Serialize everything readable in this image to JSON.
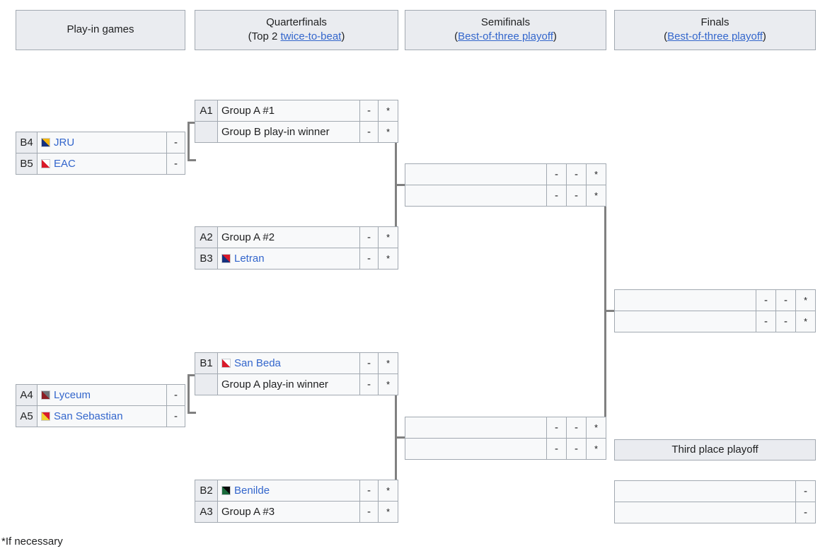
{
  "headers": [
    {
      "line1": "Play-in games",
      "line2_pre": "",
      "line2_link": "",
      "line2_post": ""
    },
    {
      "line1": "Quarterfinals",
      "line2_pre": "(Top 2 ",
      "line2_link": "twice-to-beat",
      "line2_post": ")"
    },
    {
      "line1": "Semifinals",
      "line2_pre": "(",
      "line2_link": "Best-of-three playoff",
      "line2_post": ")"
    },
    {
      "line1": "Finals",
      "line2_pre": "(",
      "line2_link": "Best-of-three playoff",
      "line2_post": ")"
    }
  ],
  "playin": [
    {
      "name": "playin-group-b",
      "rows": [
        {
          "seed": "B4",
          "team": "JRU",
          "link": true,
          "flag": true,
          "score": "-"
        },
        {
          "seed": "B5",
          "team": "EAC",
          "link": true,
          "flag": true,
          "score": "-"
        }
      ]
    },
    {
      "name": "playin-group-a",
      "rows": [
        {
          "seed": "A4",
          "team": "Lyceum",
          "link": true,
          "flag": true,
          "score": "-"
        },
        {
          "seed": "A5",
          "team": "San Sebastian",
          "link": true,
          "flag": true,
          "score": "-"
        }
      ]
    }
  ],
  "quarterfinals": [
    {
      "name": "qf-1",
      "rows": [
        {
          "seed": "A1",
          "team": "Group A #1",
          "link": false,
          "flag": false,
          "score": "-",
          "star": "*"
        },
        {
          "seed": "",
          "team": "Group B play-in winner",
          "link": false,
          "flag": false,
          "score": "-",
          "star": "*"
        }
      ]
    },
    {
      "name": "qf-2",
      "rows": [
        {
          "seed": "A2",
          "team": "Group A #2",
          "link": false,
          "flag": false,
          "score": "-",
          "star": "*"
        },
        {
          "seed": "B3",
          "team": "Letran",
          "link": true,
          "flag": true,
          "score": "-",
          "star": "*"
        }
      ]
    },
    {
      "name": "qf-3",
      "rows": [
        {
          "seed": "B1",
          "team": "San Beda",
          "link": true,
          "flag": true,
          "score": "-",
          "star": "*"
        },
        {
          "seed": "",
          "team": "Group A play-in winner",
          "link": false,
          "flag": false,
          "score": "-",
          "star": "*"
        }
      ]
    },
    {
      "name": "qf-4",
      "rows": [
        {
          "seed": "B2",
          "team": "Benilde",
          "link": true,
          "flag": true,
          "score": "-",
          "star": "*"
        },
        {
          "seed": "A3",
          "team": "Group A #3",
          "link": false,
          "flag": false,
          "score": "-",
          "star": "*"
        }
      ]
    }
  ],
  "semifinals": [
    {
      "name": "sf-1",
      "rows": [
        {
          "team": "",
          "score1": "-",
          "score2": "-",
          "star": "*"
        },
        {
          "team": "",
          "score1": "-",
          "score2": "-",
          "star": "*"
        }
      ]
    },
    {
      "name": "sf-2",
      "rows": [
        {
          "team": "",
          "score1": "-",
          "score2": "-",
          "star": "*"
        },
        {
          "team": "",
          "score1": "-",
          "score2": "-",
          "star": "*"
        }
      ]
    }
  ],
  "finals": {
    "name": "finals-match",
    "rows": [
      {
        "team": "",
        "score1": "-",
        "score2": "-",
        "star": "*"
      },
      {
        "team": "",
        "score1": "-",
        "score2": "-",
        "star": "*"
      }
    ]
  },
  "third_place": {
    "label": "Third place playoff",
    "rows": [
      {
        "team": "",
        "score": "-"
      },
      {
        "team": "",
        "score": "-"
      }
    ]
  },
  "footnote": "*If necessary",
  "flag_colors": {
    "JRU": {
      "top": "#15317E",
      "bottom": "#F2B50F"
    },
    "EAC": {
      "top": "#FFFFFF",
      "bottom": "#D91A2A"
    },
    "Lyceum": {
      "top": "#8C1D24",
      "bottom": "#6E7277"
    },
    "San Sebastian": {
      "top": "#F2D230",
      "bottom": "#D91A2A"
    },
    "Letran": {
      "top": "#15317E",
      "bottom": "#D91A2A"
    },
    "San Beda": {
      "top": "#D91A2A",
      "bottom": "#FFFFFF"
    },
    "Benilde": {
      "top": "#1A6B3C",
      "bottom": "#0A0A0A"
    }
  },
  "palette": {
    "header_bg": "#eaecf0",
    "cell_bg": "#f8f9fa",
    "border": "#a2a9b1",
    "link": "#3366cc",
    "connector": "#808080"
  }
}
